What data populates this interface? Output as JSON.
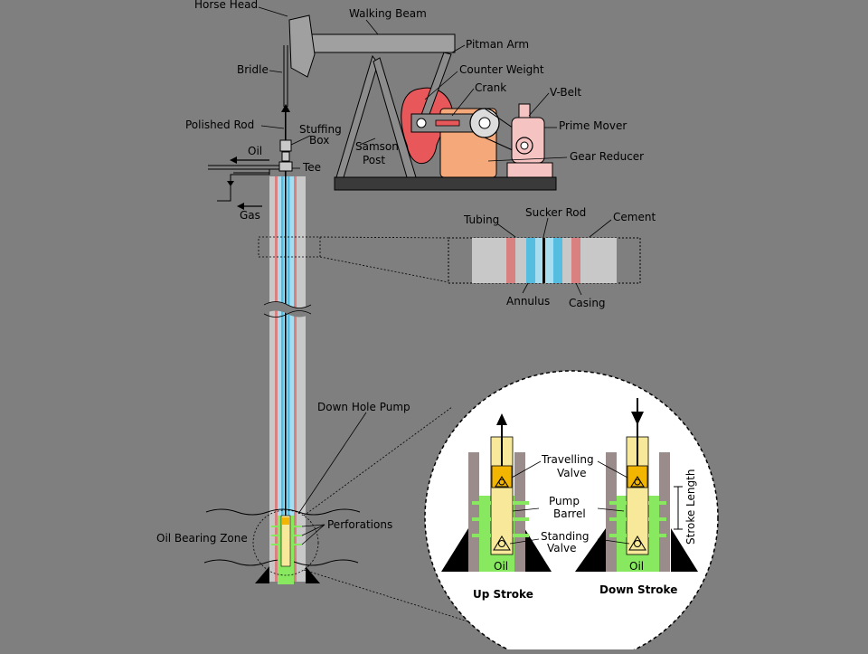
{
  "colors": {
    "background": "#7f7f7f",
    "cement": "#c8c8c8",
    "casing": "#d98080",
    "tubing": "#55bde0",
    "annulus": "#a8dcef",
    "counter_weight": "#e8575a",
    "gear_reducer": "#f5a97a",
    "prime_mover": "#f6c3c3",
    "barrel": "#f8e89a",
    "valve": "#f2b500",
    "oil": "#88e860",
    "rock": "#9b8c8c"
  },
  "labels": {
    "horse_head": "Horse Head",
    "walking_beam": "Walking Beam",
    "pitman_arm": "Pitman Arm",
    "counter_weight": "Counter Weight",
    "crank": "Crank",
    "v_belt": "V-Belt",
    "bridle": "Bridle",
    "prime_mover": "Prime Mover",
    "polished_rod": "Polished Rod",
    "stuffing_box_1": "Stuffing",
    "stuffing_box_2": "Box",
    "samson_post_1": "Samson",
    "samson_post_2": "Post",
    "gear_reducer": "Gear Reducer",
    "oil": "Oil",
    "tee": "Tee",
    "gas": "Gas",
    "tubing": "Tubing",
    "sucker_rod": "Sucker Rod",
    "cement": "Cement",
    "annulus": "Annulus",
    "casing": "Casing",
    "down_hole_pump": "Down Hole Pump",
    "perforations": "Perforations",
    "oil_bearing_zone": "Oil Bearing Zone",
    "travelling_valve_1": "Travelling",
    "travelling_valve_2": "Valve",
    "pump_barrel_1": "Pump",
    "pump_barrel_2": "Barrel",
    "standing_valve_1": "Standing",
    "standing_valve_2": "Valve",
    "stroke_length": "Stroke Length",
    "oil_left": "Oil",
    "oil_right": "Oil",
    "up_stroke": "Up Stroke",
    "down_stroke": "Down Stroke"
  }
}
